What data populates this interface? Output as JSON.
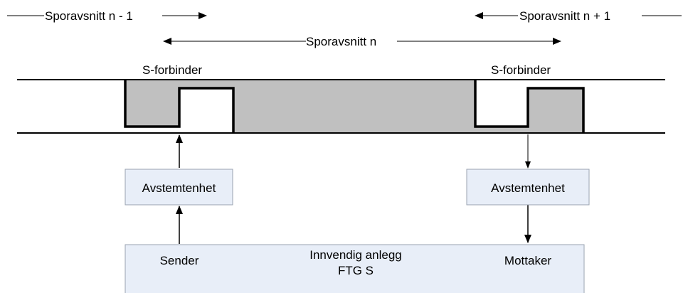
{
  "labels": {
    "section_prev": "Sporavsnitt n - 1",
    "section_current": "Sporavsnitt n",
    "section_next": "Sporavsnitt n + 1",
    "connector_left": "S-forbinder",
    "connector_right": "S-forbinder",
    "tuning_left": "Avstemtenhet",
    "tuning_right": "Avstemtenhet",
    "sender": "Sender",
    "equipment_line1": "Innvendig anlegg",
    "equipment_line2": "FTG S",
    "receiver": "Mottaker"
  },
  "colors": {
    "section_fill": "#c0c0c0",
    "box_fill": "#e8eef8",
    "box_stroke": "#9aa3b0",
    "line": "#000000"
  }
}
